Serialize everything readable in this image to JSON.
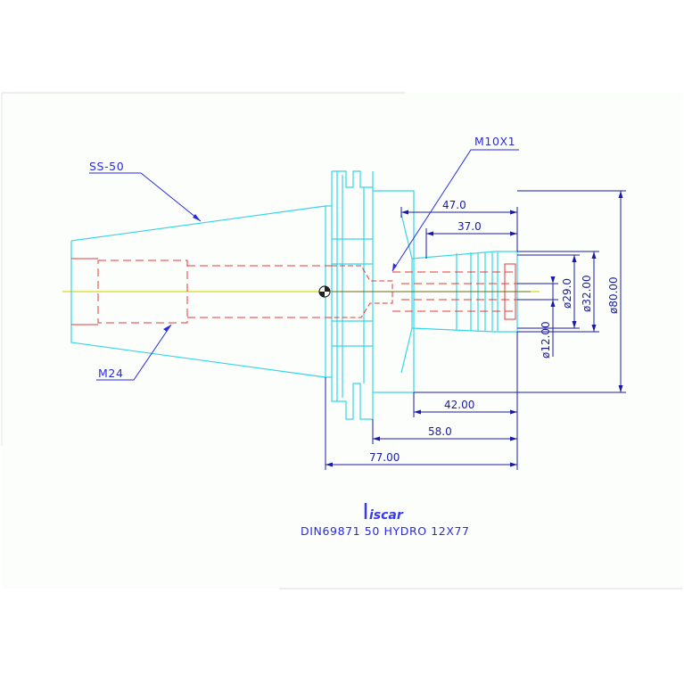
{
  "labels": {
    "taper": "SS-50",
    "thread_pull": "M24",
    "thread_screw": "M10X1"
  },
  "dimensions": {
    "len_47": "47.0",
    "len_37": "37.0",
    "len_42": "42.00",
    "len_58": "58.0",
    "len_77": "77.00",
    "dia_80": "ø80.00",
    "dia_32": "ø32.00",
    "dia_29": "ø29.0",
    "dia_12": "ø12.00"
  },
  "brand": "iscar",
  "caption": "DIN69871  50  HYDRO  12X77",
  "colors": {
    "outline": "#35d6e8",
    "hidden": "#e23b3b",
    "dimension": "#1a1aa6",
    "leader": "#2a2ae0",
    "centerline": "#d8d820"
  }
}
